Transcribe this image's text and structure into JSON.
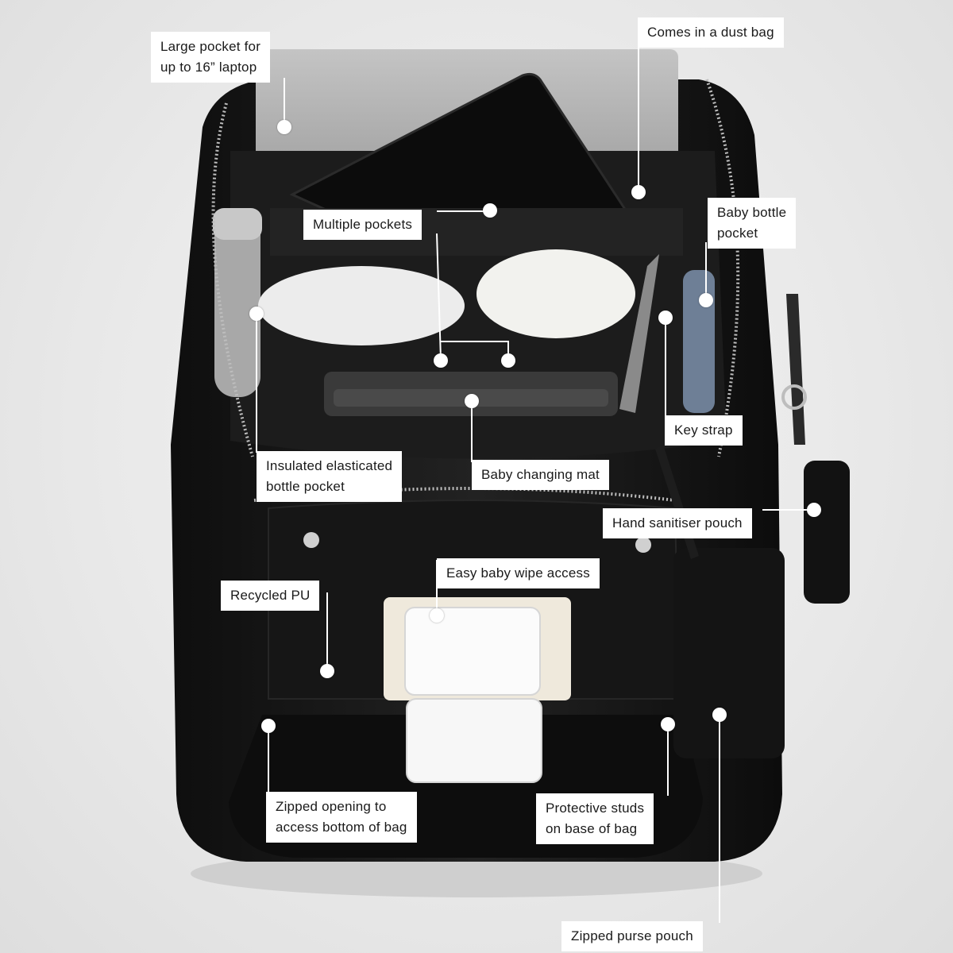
{
  "callouts": {
    "laptop_pocket": {
      "line1": "Large pocket for",
      "line2": "up to 16” laptop"
    },
    "dust_bag": "Comes in a dust bag",
    "multiple_pockets": "Multiple pockets",
    "baby_bottle_pocket": {
      "line1": "Baby bottle",
      "line2": "pocket"
    },
    "key_strap": "Key strap",
    "insulated_pocket": {
      "line1": "Insulated elasticated",
      "line2": "bottle pocket"
    },
    "changing_mat": "Baby changing mat",
    "sanitiser_pouch": "Hand sanitiser pouch",
    "recycled_pu": "Recycled PU",
    "wipe_access": "Easy baby wipe access",
    "zipped_opening": {
      "line1": "Zipped opening to",
      "line2": "access bottom of bag"
    },
    "protective_studs": {
      "line1": "Protective studs",
      "line2": "on base of bag"
    },
    "purse_pouch": "Zipped purse pouch"
  },
  "colors": {
    "bag": "#151515",
    "lining": "#1f1f1f",
    "zipper": "#b8b8b8",
    "laptop": "#a9a9a9",
    "label_bg": "#ffffff",
    "label_text": "#1a1a1a",
    "leader": "#ffffff"
  }
}
